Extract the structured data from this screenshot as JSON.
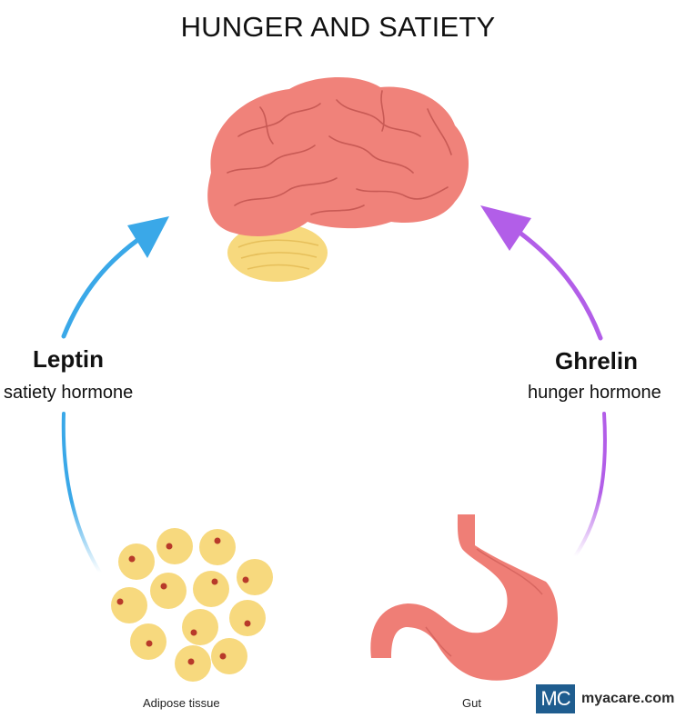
{
  "title": "HUNGER AND SATIETY",
  "leptin": {
    "name": "Leptin",
    "role": "satiety hormone"
  },
  "ghrelin": {
    "name": "Ghrelin",
    "role": "hunger hormone"
  },
  "adipose": {
    "label": "Adipose tissue"
  },
  "gut": {
    "label": "Gut"
  },
  "brand": {
    "logo": "MC",
    "name": "myacare.com"
  },
  "colors": {
    "leptin_arrow": "#3aa8e8",
    "ghrelin_arrow": "#b25ee8",
    "brain": "#f0827a",
    "brain_lines": "#c85a55",
    "cerebellum": "#f7d97e",
    "fat_cell": "#f7d97e",
    "fat_nucleus": "#b83a2a",
    "stomach": "#ef7e76",
    "brand": "#1f5d8f"
  }
}
